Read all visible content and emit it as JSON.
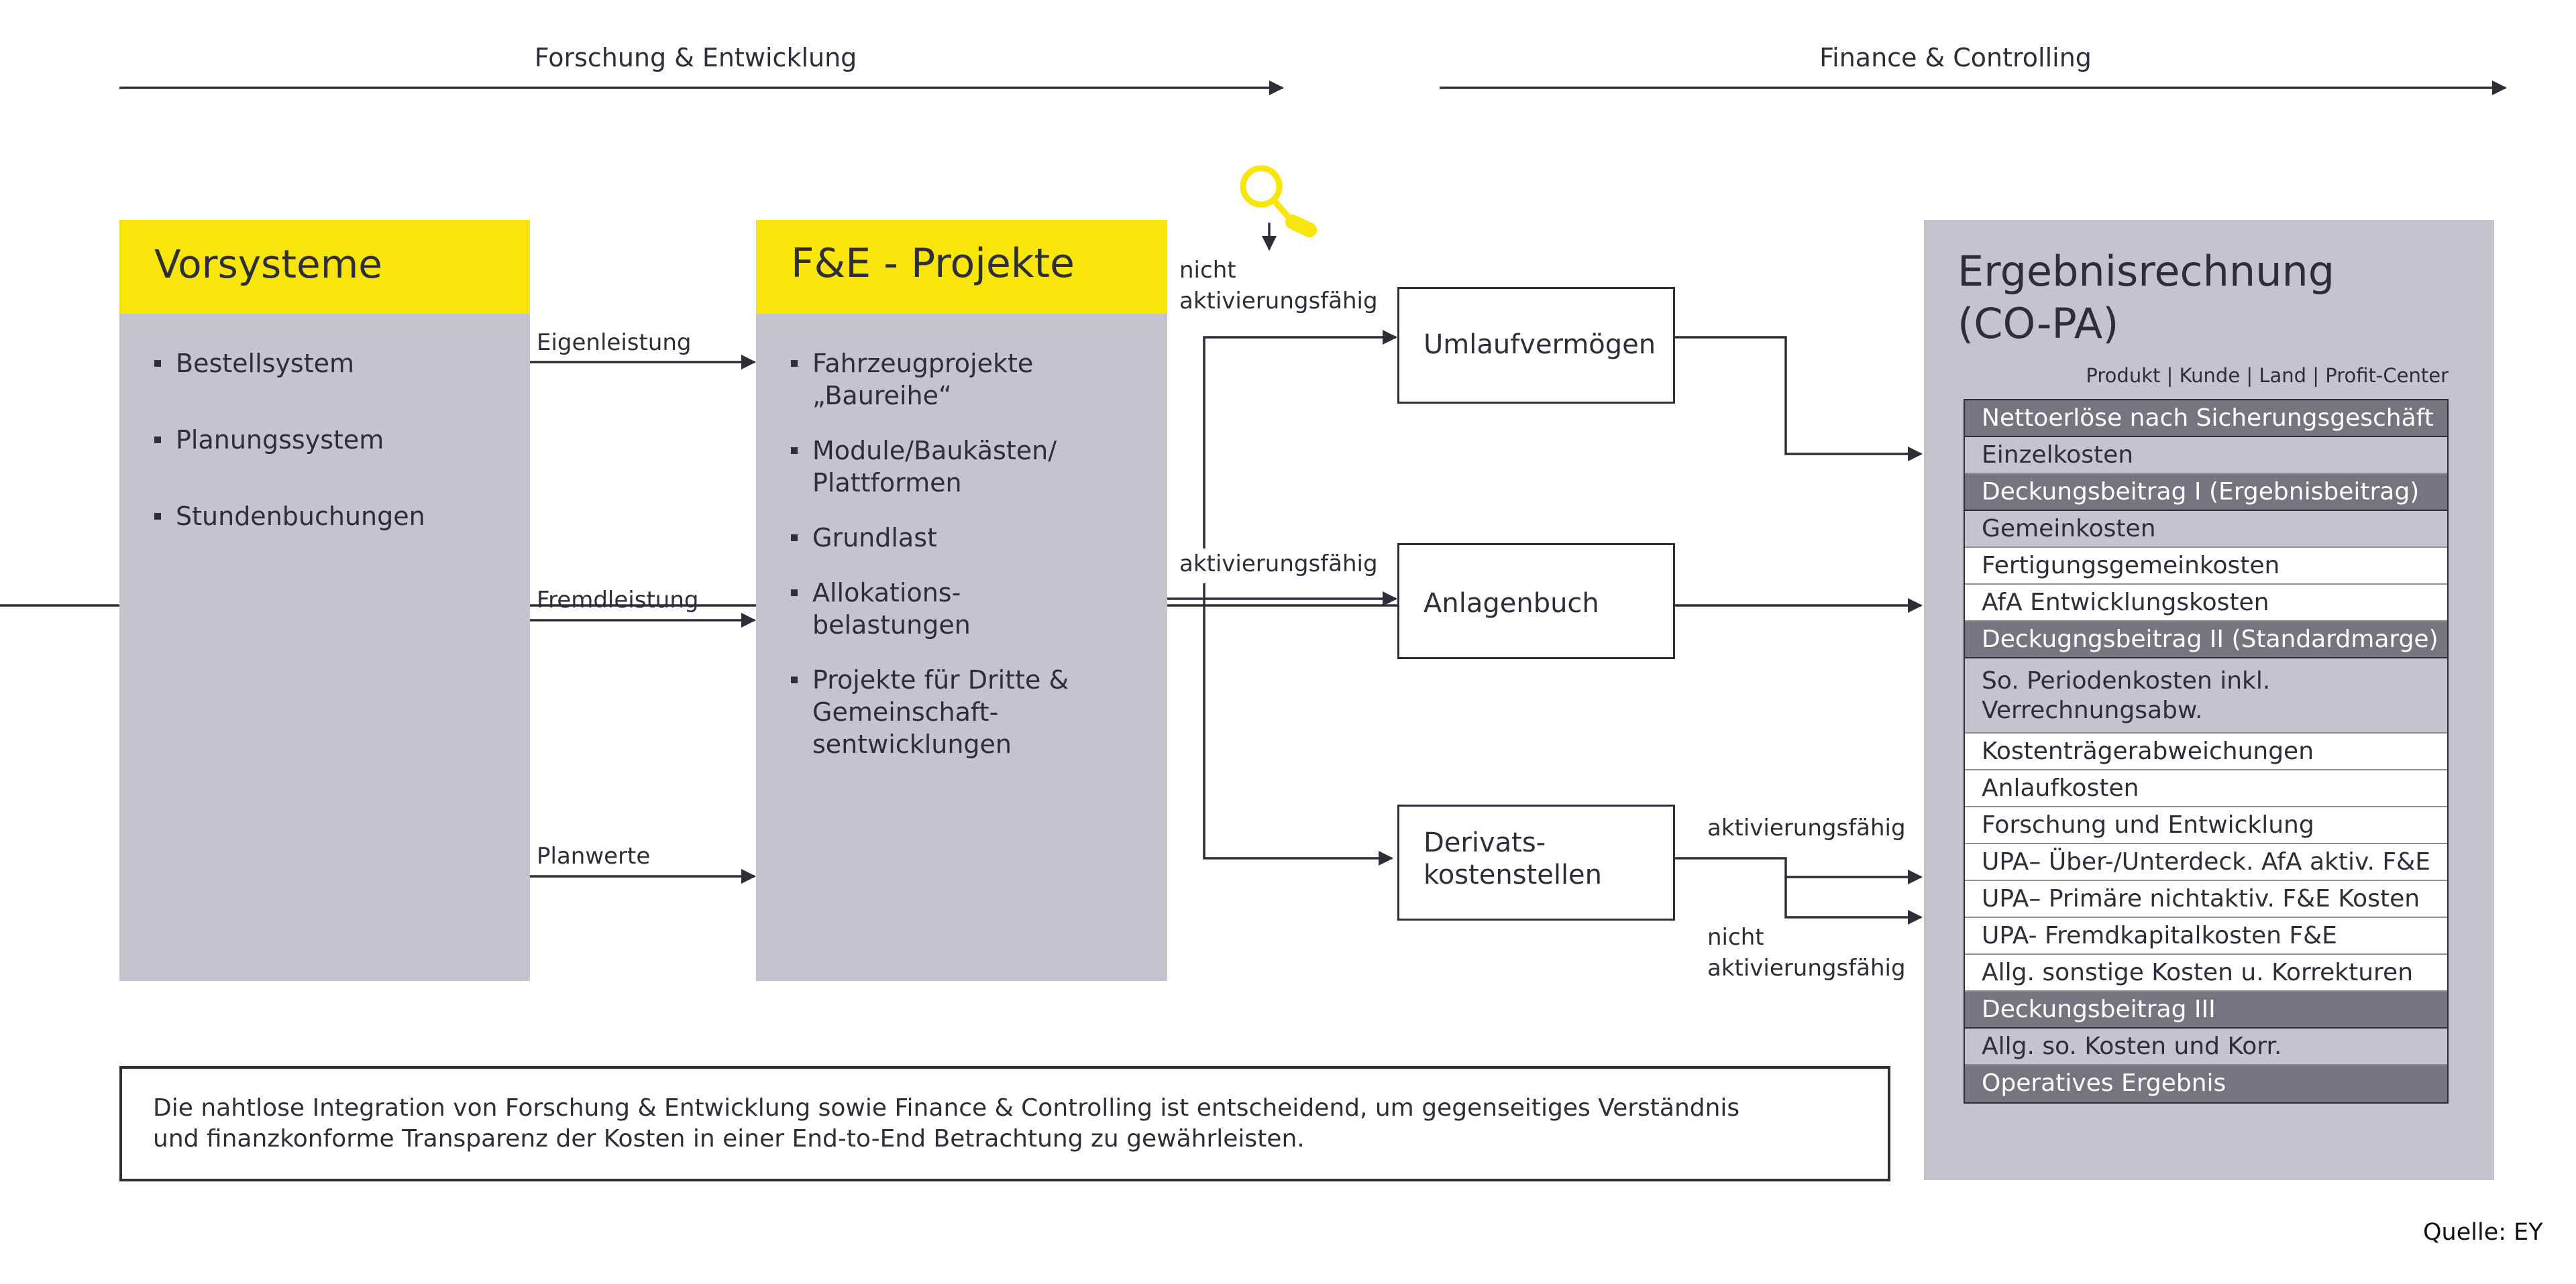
{
  "phases": {
    "left": "Forschung & Entwicklung",
    "right": "Finance & Controlling"
  },
  "vorsysteme": {
    "title": "Vorsysteme",
    "items": [
      "Bestellsystem",
      "Planungssystem",
      "Stundenbuchungen"
    ]
  },
  "inputs": {
    "eigenleistung": "Eigenleistung",
    "fremdleistung": "Fremdleistung",
    "planwerte": "Planwerte"
  },
  "projekte": {
    "title": "F&E - Projekte",
    "items": [
      "Fahrzeugprojekte „Baureihe“",
      "Module/Baukästen/ Plattformen",
      "Grundlast",
      "Allokations- belastungen",
      "Projekte für Dritte & Gemeinschaft- sentwicklungen"
    ]
  },
  "flow_labels": {
    "nicht_aktiv_top_line1": "nicht",
    "nicht_aktiv_top_line2": "aktivierungsfähig",
    "aktiv_mid": "aktivierungsfähig",
    "aktiv_right": "aktivierungsfähig",
    "nicht_aktiv_right_line1": "nicht",
    "nicht_aktiv_right_line2": "aktivierungsfähig"
  },
  "icons": {
    "magnifier": "magnifier-icon",
    "arrow_down": "arrow-down-icon"
  },
  "nodes": {
    "umlauf": "Umlaufvermögen",
    "anlagen": "Anlagenbuch",
    "derivat_line1": "Derivats-",
    "derivat_line2": "kostenstellen"
  },
  "ergebnisrechnung": {
    "title_line1": "Ergebnisrechnung",
    "title_line2": "(CO-PA)",
    "dimensions": "Produkt | Kunde | Land | Profit-Center",
    "rows": [
      {
        "label": "Nettoerlöse nach Sicherungsgeschäft",
        "style": "dark"
      },
      {
        "label": "Einzelkosten",
        "style": "light"
      },
      {
        "label": "Deckungsbeitrag I (Ergebnisbeitrag)",
        "style": "dark"
      },
      {
        "label": "Gemeinkosten",
        "style": "light"
      },
      {
        "label": "Fertigungsgemeinkosten",
        "style": "white"
      },
      {
        "label": "AfA Entwicklungskosten",
        "style": "white"
      },
      {
        "label": "Deckugngsbeitrag II (Standardmarge)",
        "style": "dark"
      },
      {
        "label": "So. Periodenkosten inkl. Verrechnungsabw.",
        "style": "light"
      },
      {
        "label": "Kostenträgerabweichungen",
        "style": "white"
      },
      {
        "label": "Anlaufkosten",
        "style": "white"
      },
      {
        "label": "Forschung und Entwicklung",
        "style": "white"
      },
      {
        "label": "UPA– Über-/Unterdeck. AfA aktiv. F&E",
        "style": "white"
      },
      {
        "label": "UPA– Primäre nichtaktiv. F&E Kosten",
        "style": "white"
      },
      {
        "label": "UPA- Fremdkapitalkosten F&E",
        "style": "white"
      },
      {
        "label": "Allg. sonstige Kosten u. Korrekturen",
        "style": "white"
      },
      {
        "label": "Deckungsbeitrag III",
        "style": "dark"
      },
      {
        "label": "Allg. so. Kosten und Korr.",
        "style": "light"
      },
      {
        "label": "Operatives Ergebnis",
        "style": "dark"
      }
    ]
  },
  "note": "Die nahtlose Integration von Forschung & Entwicklung sowie Finance & Controlling ist entscheidend, um gegenseitiges Verständnis\nund finanzkonforme Transparenz der Kosten in einer End-to-End Betrachtung zu gewährleisten.",
  "source": "Quelle: EY",
  "colors": {
    "accent_yellow": "#f8e50b",
    "panel_gray": "#c4c4cd",
    "row_dark": "#76757f",
    "ink": "#2e2e38"
  }
}
